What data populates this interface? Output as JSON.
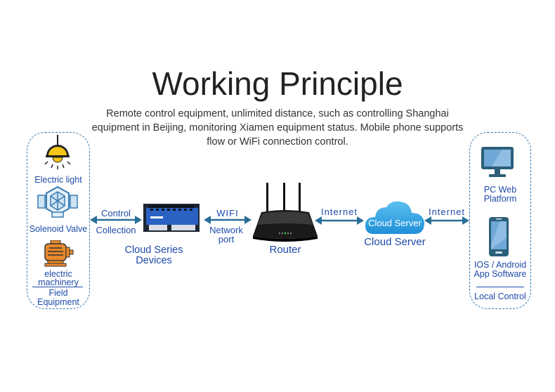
{
  "header": {
    "title": "Working Principle",
    "subtitle": "Remote control equipment, unlimited distance, such as controlling Shanghai equipment in Beijing, monitoring Xiamen equipment status. Mobile phone supports flow or WiFi connection control."
  },
  "field_equipment": {
    "items": [
      {
        "label": "Electric light",
        "icon": "pendant-lamp-icon"
      },
      {
        "label": "Solenoid Valve",
        "icon": "solenoid-valve-icon"
      },
      {
        "label": "electric machinery",
        "icon": "electric-motor-icon"
      }
    ],
    "footer": "Field Equipment"
  },
  "links": {
    "control_collection": {
      "top": "Control",
      "bottom": "Collection"
    },
    "wifi_network": {
      "top": "WIFI",
      "bottom_line1": "Network",
      "bottom_line2": "port"
    },
    "internet_left": "Internet",
    "internet_right": "Internet"
  },
  "nodes": {
    "device": {
      "label_line1": "Cloud Series",
      "label_line2": "Devices",
      "icon": "io-controller-device-icon"
    },
    "router": {
      "label": "Router",
      "icon": "wifi-router-icon"
    },
    "cloud": {
      "inner_label": "Cloud Server",
      "label": "Cloud Server",
      "icon": "cloud-icon"
    }
  },
  "local_control": {
    "items": [
      {
        "label_line1": "PC Web",
        "label_line2": "Platform",
        "icon": "desktop-monitor-icon"
      },
      {
        "label_line1": "IOS / Android",
        "label_line2": "App Software",
        "icon": "smartphone-icon"
      }
    ],
    "footer": "Local Control"
  },
  "colors": {
    "accent_blue": "#1e4aa8",
    "arrow_teal": "#2a6f97",
    "dash_border": "#3a7bb0",
    "lamp_yellow": "#f5c518",
    "motor_orange": "#e8892a"
  }
}
